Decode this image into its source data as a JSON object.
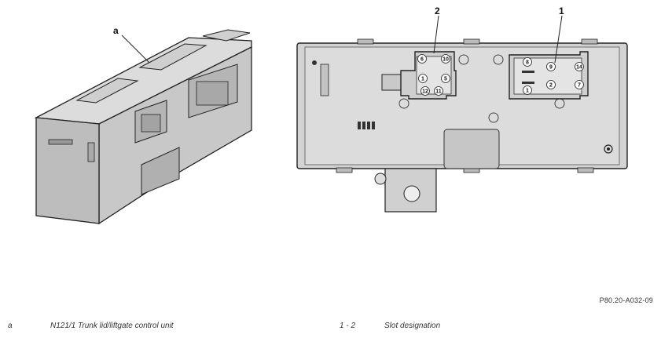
{
  "callouts": {
    "a": "a",
    "slot1": "1",
    "slot2": "2"
  },
  "connector2_pins": [
    "6",
    "10",
    "1",
    "5",
    "12",
    "11"
  ],
  "connector1_pins": [
    "8",
    "9",
    "14",
    "2",
    "7",
    "1"
  ],
  "figure_code": "P80.20-A032-09",
  "legend": [
    {
      "key": "a",
      "text": "N121/1 Trunk lid/liftgate control unit"
    },
    {
      "key": "1 - 2",
      "text": "Slot designation"
    }
  ]
}
